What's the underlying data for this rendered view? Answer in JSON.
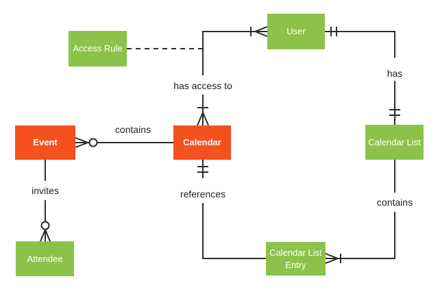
{
  "colors": {
    "entity_green": "#8BC34A",
    "entity_orange": "#F4511E",
    "line": "#2b2b2b",
    "label_text": "#212121",
    "entity_text": "#FFFFFF",
    "background": "#FFFFFF"
  },
  "entities": [
    {
      "id": "access-rule",
      "label": "Access Rule",
      "color": "green"
    },
    {
      "id": "user",
      "label": "User",
      "color": "green"
    },
    {
      "id": "event",
      "label": "Event",
      "color": "orange"
    },
    {
      "id": "calendar",
      "label": "Calendar",
      "color": "orange"
    },
    {
      "id": "calendar-list",
      "label": "Calendar List",
      "color": "green"
    },
    {
      "id": "attendee",
      "label": "Attendee",
      "color": "green"
    },
    {
      "id": "calendar-list-entry",
      "label": "Calendar List Entry",
      "color": "green"
    }
  ],
  "relationships": [
    {
      "id": "has-access-to",
      "label": "has access to",
      "from": "User",
      "to": "Calendar",
      "from_cardinality": "one-or-many",
      "to_cardinality": "one-or-many",
      "note": "dashed link to Access Rule"
    },
    {
      "id": "contains-events",
      "label": "contains",
      "from": "Calendar",
      "to": "Event",
      "to_cardinality": "zero-or-many"
    },
    {
      "id": "invites",
      "label": "invites",
      "from": "Event",
      "to": "Attendee",
      "to_cardinality": "zero-or-many"
    },
    {
      "id": "references",
      "label": "references",
      "from": "Calendar List Entry",
      "to": "Calendar",
      "to_cardinality": "exactly-one"
    },
    {
      "id": "has",
      "label": "has",
      "from": "User",
      "to": "Calendar List",
      "from_cardinality": "exactly-one",
      "to_cardinality": "exactly-one"
    },
    {
      "id": "contains-entries",
      "label": "contains",
      "from": "Calendar List",
      "to": "Calendar List Entry",
      "to_cardinality": "one-or-many"
    }
  ]
}
